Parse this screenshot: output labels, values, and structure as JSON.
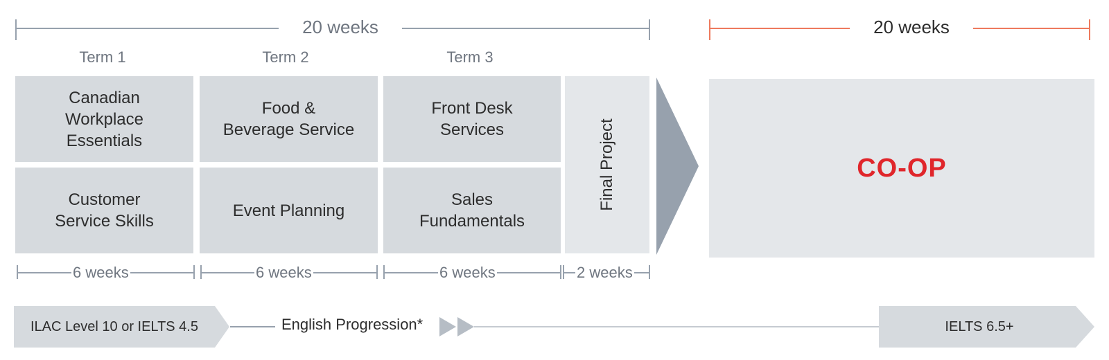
{
  "program": {
    "label": "20 weeks",
    "terms": [
      "Term 1",
      "Term 2",
      "Term 3"
    ],
    "courses": {
      "term1_top": "Canadian\nWorkplace\nEssentials",
      "term1_bottom": "Customer\nService Skills",
      "term2_top": "Food &\nBeverage Service",
      "term2_bottom": "Event Planning",
      "term3_top": "Front Desk\nServices",
      "term3_bottom": "Sales\nFundamentals",
      "final": "Final Project"
    },
    "durations": [
      "6 weeks",
      "6 weeks",
      "6 weeks",
      "2 weeks"
    ]
  },
  "coop": {
    "label": "20 weeks",
    "title": "CO-OP",
    "title_color": "#e0262b"
  },
  "english": {
    "start": "ILAC Level 10 or IELTS 4.5",
    "progression": "English Progression*",
    "end": "IELTS 6.5+"
  },
  "colors": {
    "box": "#d6dade",
    "box_light": "#e4e7ea",
    "arrow": "#97a1ad",
    "program_line": "#97a1ad",
    "coop_line": "#ee7a5e"
  }
}
